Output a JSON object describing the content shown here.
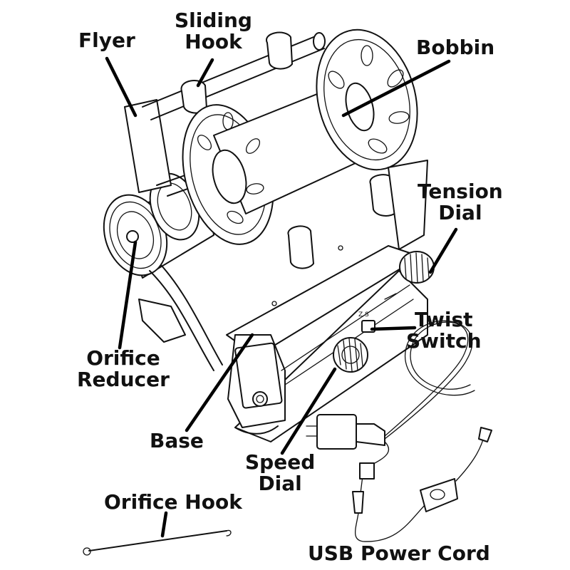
{
  "labels": {
    "flyer": "Flyer",
    "sliding_hook": "Sliding\nHook",
    "bobbin": "Bobbin",
    "tension_dial": "Tension\nDial",
    "twist_switch": "Twist\nSwitch",
    "orifice_reducer": "Orifice\nReducer",
    "base": "Base",
    "speed_dial": "Speed\nDial",
    "orifice_hook": "Orifice Hook",
    "usb_power_cord": "USB Power Cord"
  },
  "switch_marks": "Z S",
  "colors": {
    "ink": "#111111",
    "background": "#ffffff"
  }
}
